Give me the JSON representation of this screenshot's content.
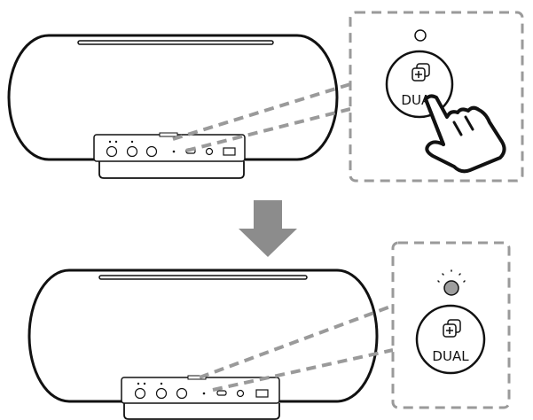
{
  "steps": [
    {
      "button_label": "DUAL",
      "led_state": "off"
    },
    {
      "button_label": "DUAL",
      "led_state": "blinking"
    }
  ],
  "colors": {
    "outline": "#111111",
    "dash": "#9a9a9a",
    "arrow": "#8c8c8c",
    "led_on": "#9e9e9e"
  },
  "icons": [
    "dual-icon",
    "hand-pointer-icon",
    "down-arrow-icon",
    "led-icon"
  ]
}
